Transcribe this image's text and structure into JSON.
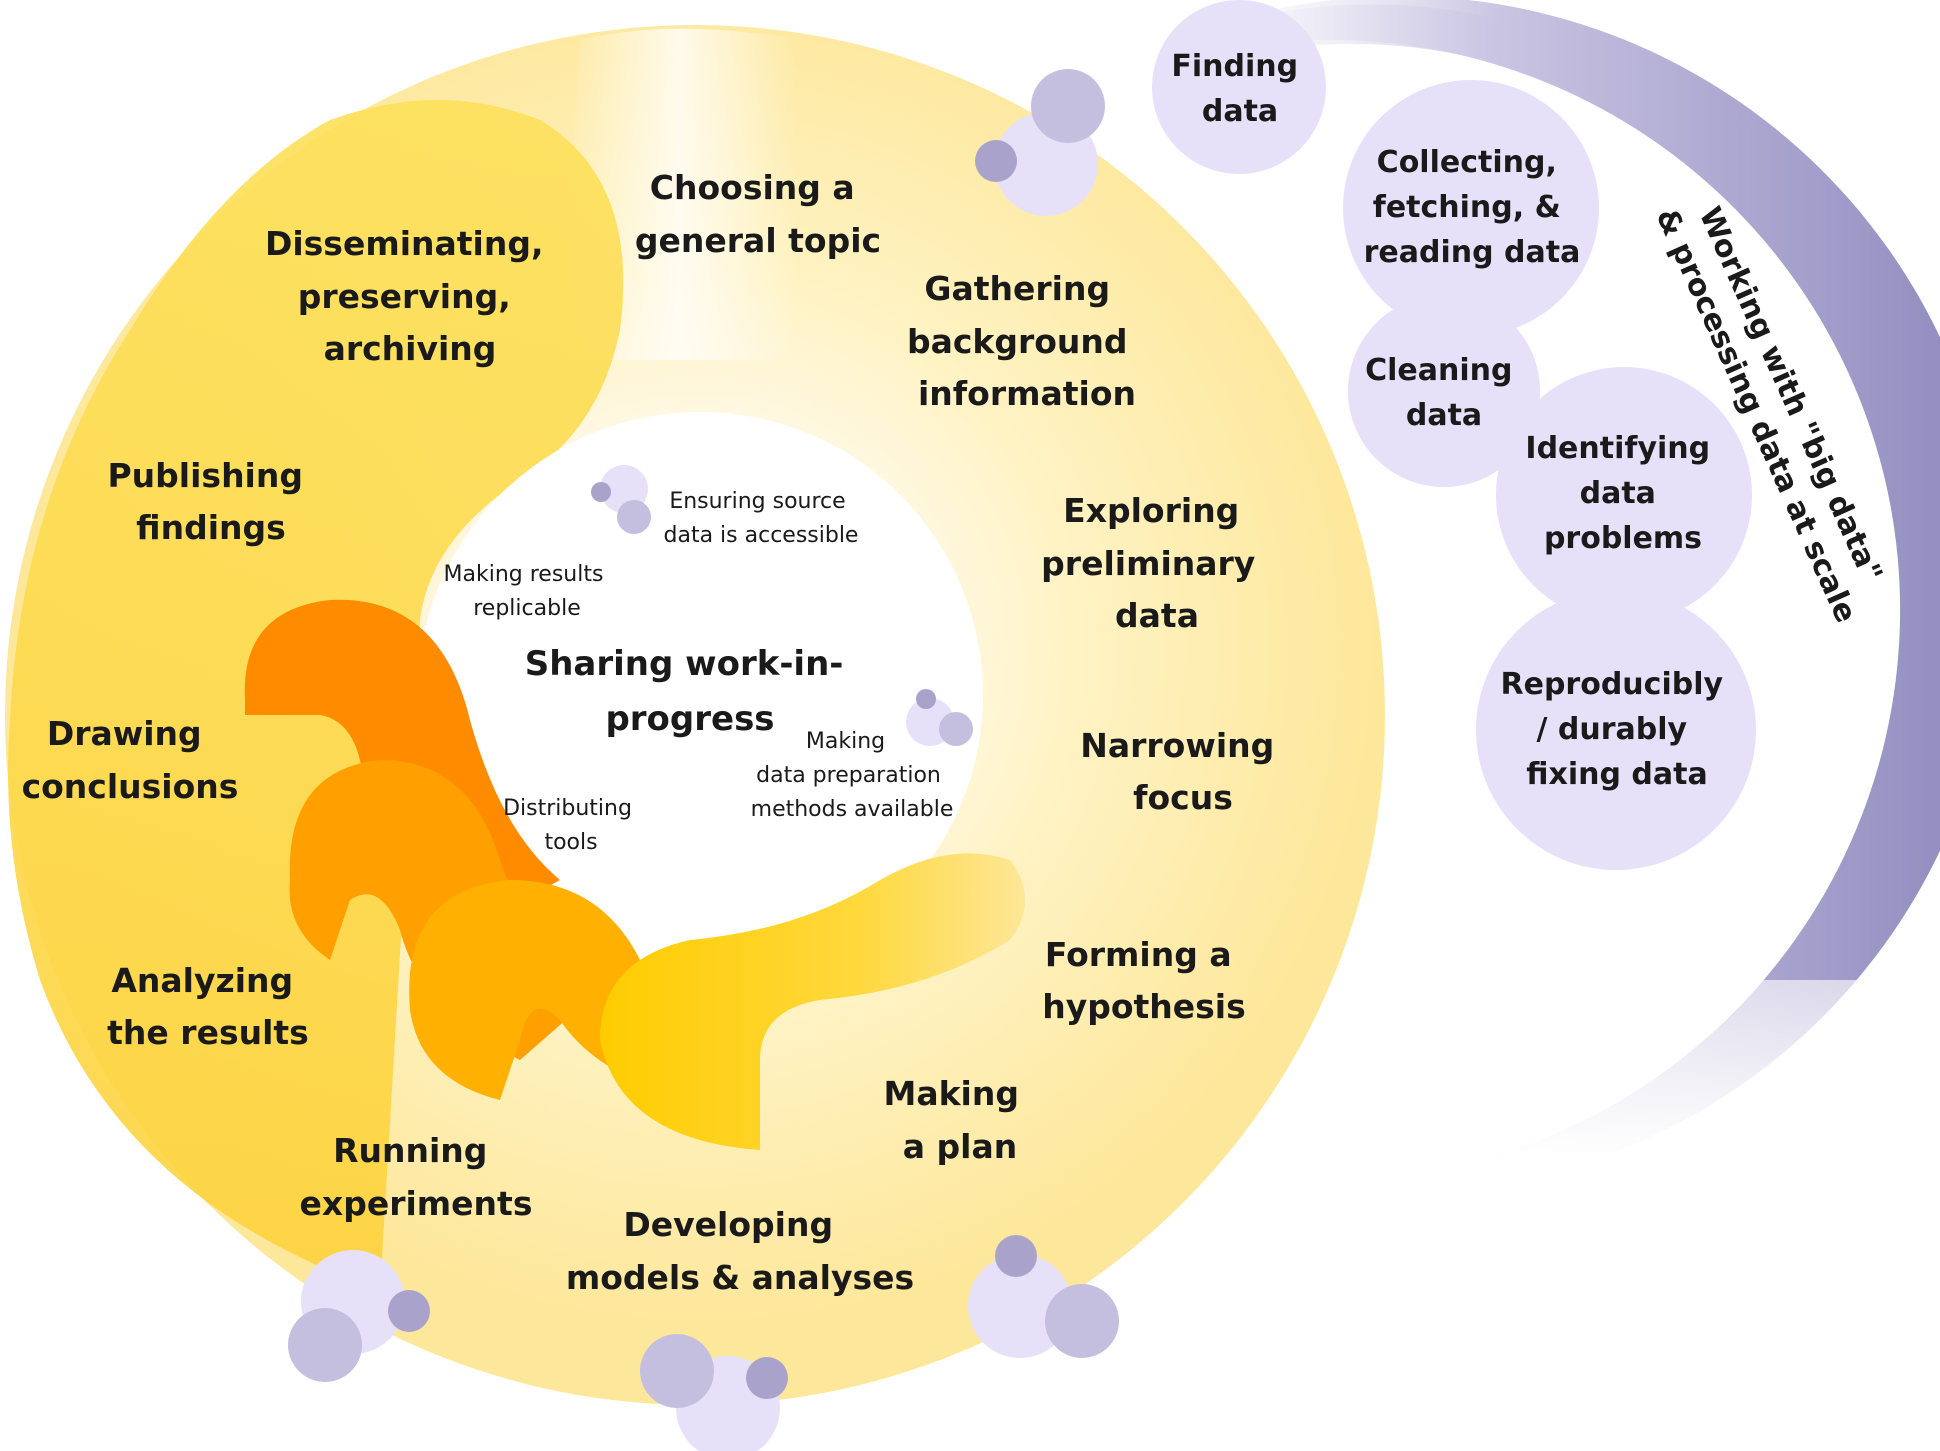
{
  "center_title": [
    "Sharing work-in-",
    "progress"
  ],
  "inner_labels": {
    "source_data": [
      "Ensuring source",
      "data is accessible"
    ],
    "replicable": [
      "Making results",
      "replicable"
    ],
    "prep_methods": [
      "Making",
      "data preparation",
      "methods available"
    ],
    "tools": [
      "Distributing",
      "tools"
    ]
  },
  "cycle_steps": {
    "topic": [
      "Choosing a",
      "general topic"
    ],
    "background": [
      "Gathering",
      "background",
      "information"
    ],
    "exploring": [
      "Exploring",
      "preliminary",
      "data"
    ],
    "narrowing": [
      "Narrowing",
      "focus"
    ],
    "hypothesis": [
      "Forming a",
      "hypothesis"
    ],
    "plan": [
      "Making",
      "a plan"
    ],
    "models": [
      "Developing",
      "models & analyses"
    ],
    "experiments": [
      "Running",
      "experiments"
    ],
    "analyzing": [
      "Analyzing",
      "the results"
    ],
    "conclusions": [
      "Drawing",
      "conclusions"
    ],
    "publishing": [
      "Publishing",
      "findings"
    ],
    "disseminating": [
      "Disseminating,",
      "preserving,",
      "archiving"
    ]
  },
  "data_bubbles": {
    "finding": [
      "Finding",
      "data"
    ],
    "collecting": [
      "Collecting,",
      "fetching, &",
      "reading data"
    ],
    "cleaning": [
      "Cleaning",
      "data"
    ],
    "identifying": [
      "Identifying",
      "data",
      "problems"
    ],
    "fixing": [
      "Reproducibly",
      "/ durably",
      "fixing data"
    ]
  },
  "arc_label": [
    "Working with \"big data\"",
    "& processing data at scale"
  ],
  "colors": {
    "ring_light": "#fff6d6",
    "ring_mid": "#fde89a",
    "swirl_gold": "#fde05a",
    "orange_dark": "#ff8c00",
    "orange_mid": "#ffa000",
    "orange_light": "#ffb000",
    "yellow": "#ffd400",
    "bubble": "#e6e1f8",
    "bubble_mid": "#c4bfde",
    "bubble_dark": "#a9a3cc",
    "arc_purple": "#9a94c4"
  }
}
